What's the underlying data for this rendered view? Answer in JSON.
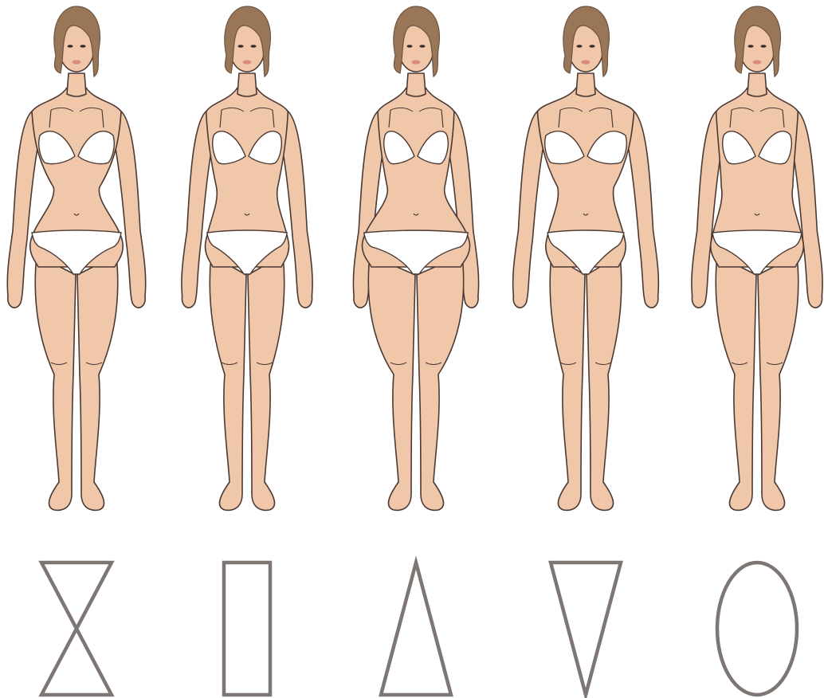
{
  "colors": {
    "background": "#ffffff",
    "skin": "#f1c7aa",
    "skin_outline": "#4a3a33",
    "hair": "#9a7658",
    "hair_dark": "#6e5440",
    "underwear": "#ffffff",
    "shape_stroke": "#7d7672",
    "lips": "#d9897f",
    "eye": "#3b2d28"
  },
  "body_types": [
    {
      "shape": "hourglass",
      "icon": "hourglass-icon",
      "shoulder": 1.0,
      "waist": 0.62,
      "hip": 1.0
    },
    {
      "shape": "rectangle",
      "icon": "rectangle-icon",
      "shoulder": 0.92,
      "waist": 0.86,
      "hip": 0.9
    },
    {
      "shape": "triangle",
      "icon": "triangle-icon",
      "shoulder": 0.86,
      "waist": 0.8,
      "hip": 1.16
    },
    {
      "shape": "inverted-triangle",
      "icon": "inverted-triangle-icon",
      "shoulder": 1.08,
      "waist": 0.78,
      "hip": 0.86
    },
    {
      "shape": "oval",
      "icon": "oval-icon",
      "shoulder": 0.92,
      "waist": 1.02,
      "hip": 1.0
    }
  ]
}
